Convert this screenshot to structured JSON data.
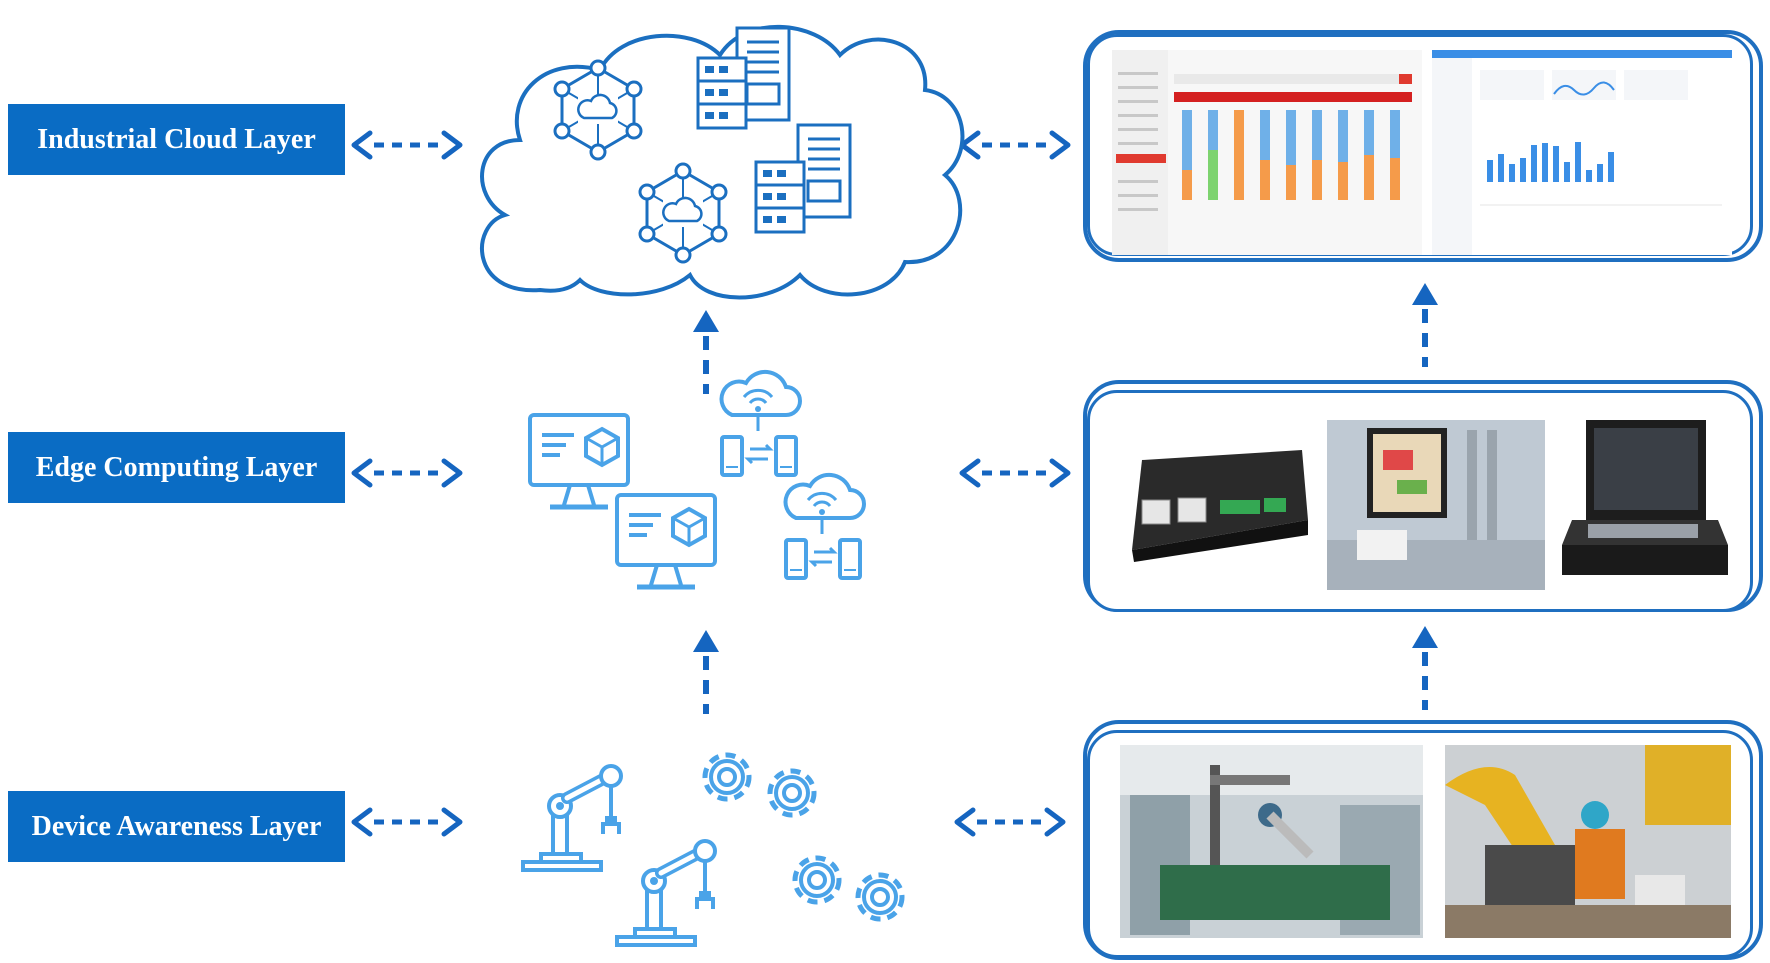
{
  "layers": [
    {
      "label": "Industrial Cloud Layer"
    },
    {
      "label": "Edge Computing Layer"
    },
    {
      "label": "Device Awareness Layer"
    }
  ],
  "colors": {
    "label_bg": "#0a6cc4",
    "arrow": "#1565c0",
    "icon_cloud": "#1b6fc0",
    "icon_light": "#4aa3e8",
    "panel_border": "#1f6fc0"
  }
}
